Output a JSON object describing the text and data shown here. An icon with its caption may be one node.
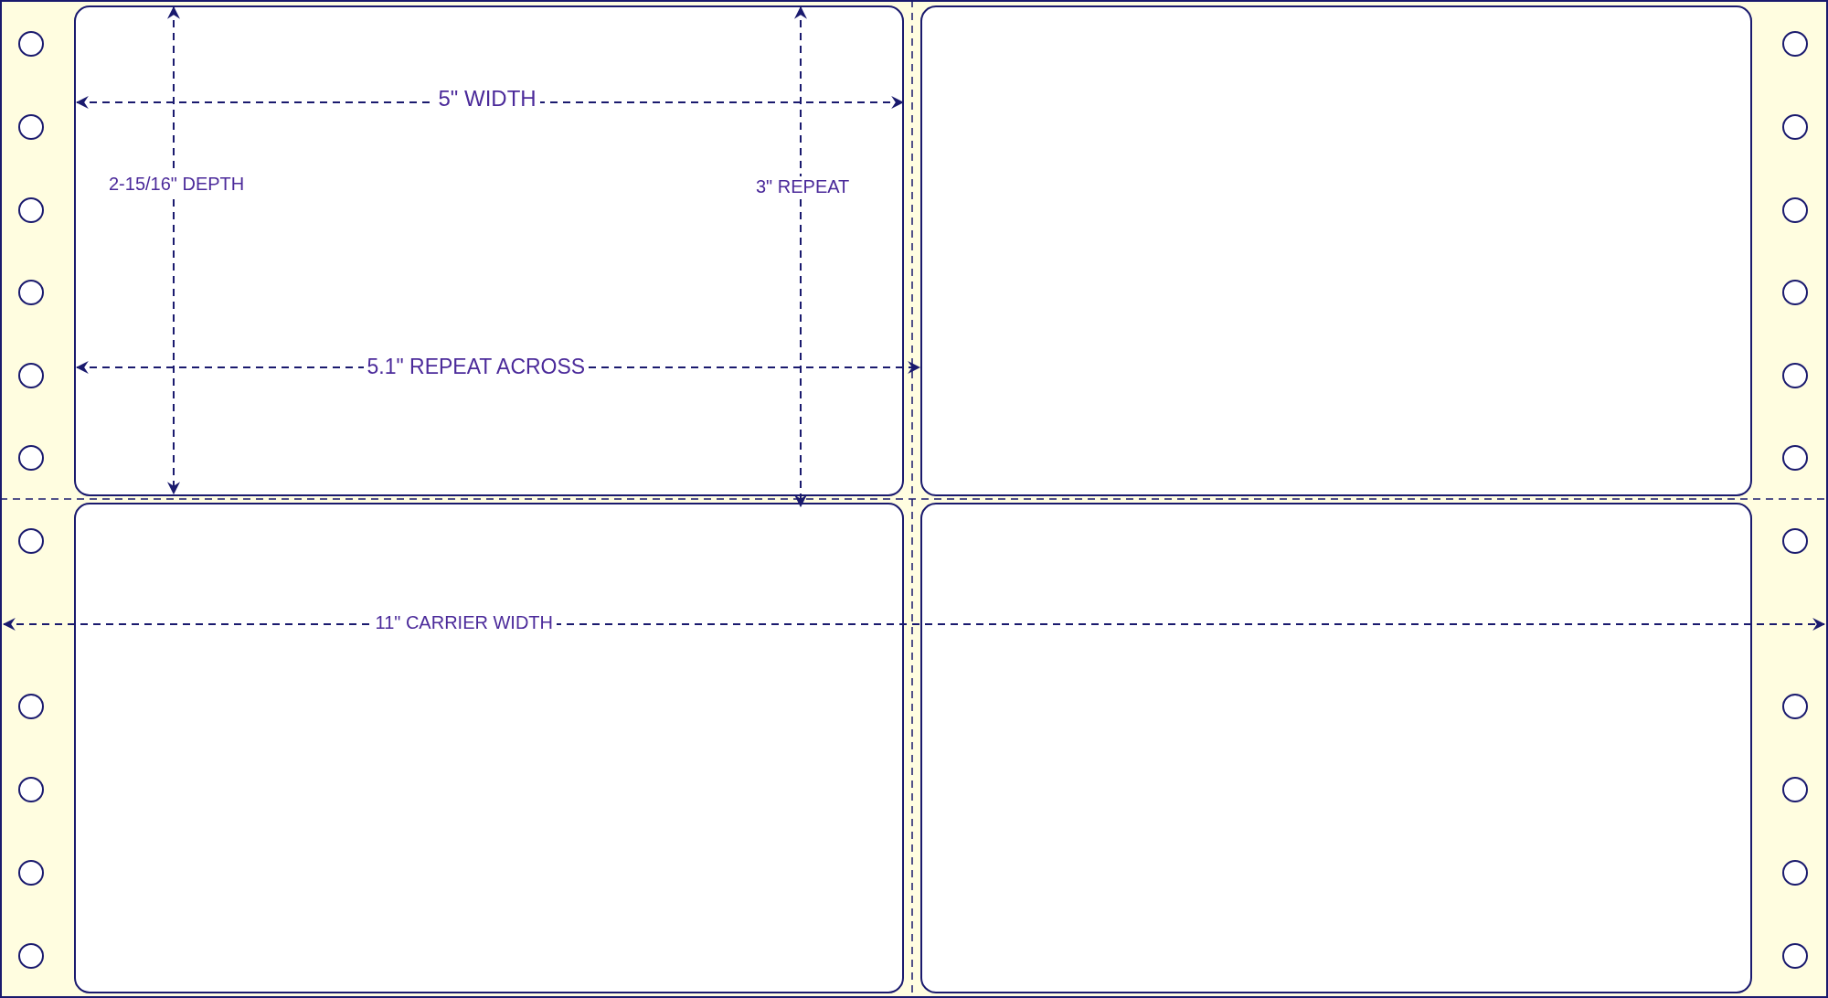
{
  "diagram": {
    "labels": [
      "5\" WIDTH",
      "2-15/16\" DEPTH",
      "3\" REPEAT",
      "5.1\" REPEAT ACROSS",
      "11\" CARRIER WIDTH"
    ]
  }
}
